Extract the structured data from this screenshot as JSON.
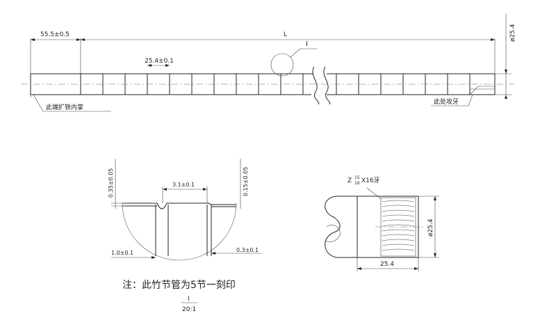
{
  "main_view": {
    "dim_end_length": "55.5±0.5",
    "dim_total_length": "L",
    "dim_diameter": "ø25.4",
    "dim_pitch": "25.4±0.1",
    "detail_marker": "I",
    "note_left_end": "此端扩铁内掌",
    "note_right_end": "此处攻牙"
  },
  "detail_view": {
    "dim_left_height": "0.35±0.05",
    "dim_right_height": "0.15±0.05",
    "dim_groove_width": "3.1±0.1",
    "dim_bottom_left": "1.0±0.1",
    "dim_bottom_right": "0.3±0.1"
  },
  "thread_view": {
    "thread_prefix": "Z",
    "thread_fraction_top": "15",
    "thread_fraction_bottom": "16",
    "thread_suffix": "X16牙",
    "dim_diameter": "ø25.4",
    "dim_length": "25.4"
  },
  "footer": {
    "note": "注：此竹节管为5节一刻印",
    "scale_label": "I",
    "scale_value": "20:1"
  }
}
